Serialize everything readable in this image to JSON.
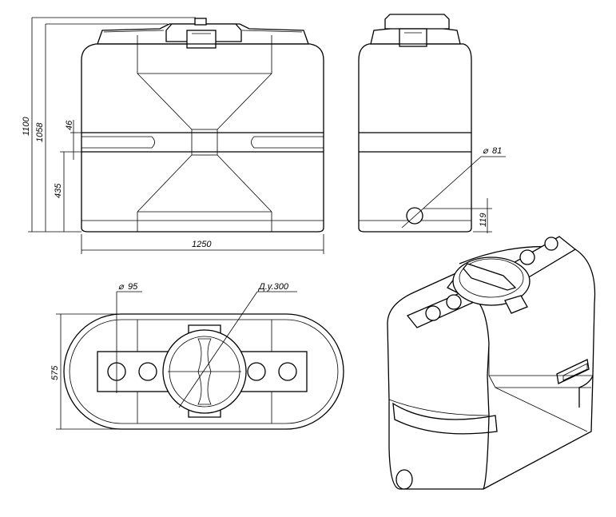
{
  "dimensions": {
    "total_height": "1100",
    "body_height": "1058",
    "groove_height": "46",
    "lower_height": "435",
    "length": "1250",
    "outlet_diameter": "81",
    "outlet_height": "119",
    "hole_diameter": "95",
    "neck_size": "Д.у.300",
    "width": "575"
  },
  "diameter_symbol": "⌀"
}
